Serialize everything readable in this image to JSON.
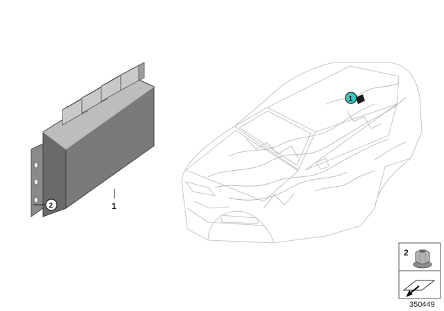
{
  "parts": [
    {
      "number": "1",
      "callout_color": "#3cc7c0"
    },
    {
      "number": "2",
      "callout_color": "#ffffff"
    }
  ],
  "legend": {
    "part_number": "2",
    "icon": "hex-nut-icon"
  },
  "reference_number": "350449"
}
